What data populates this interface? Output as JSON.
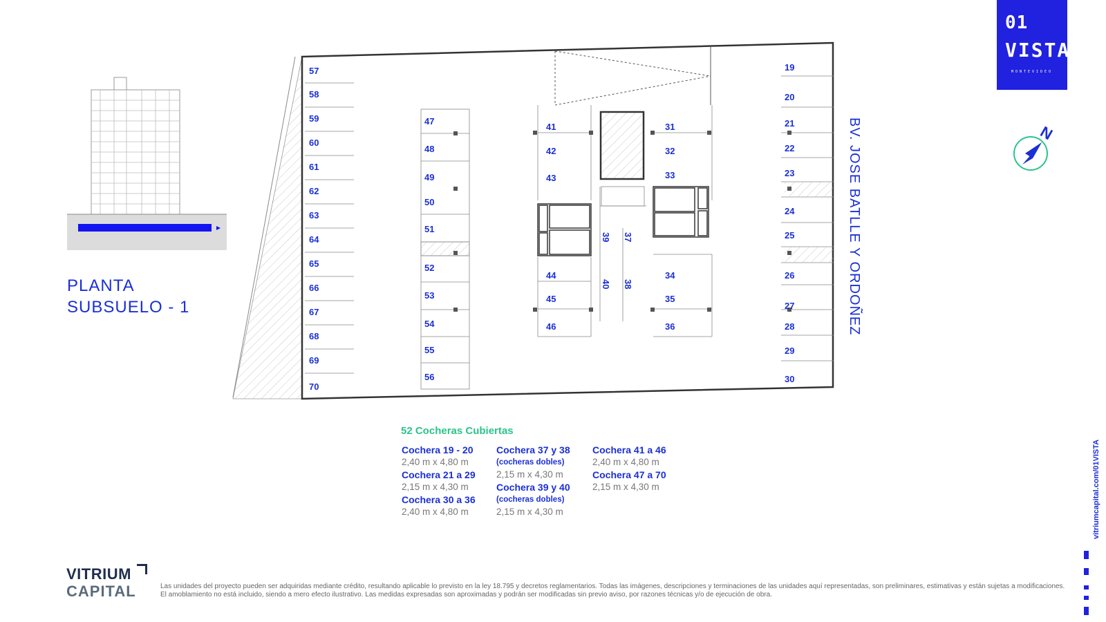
{
  "logo": {
    "line1": "01",
    "line2": "VISTA",
    "line3": "MONTEVIDEO"
  },
  "floor_title": {
    "line1": "PLANTA",
    "line2": "SUBSUELO - 1"
  },
  "street_name": "BV. JOSE BATLLE Y ORDOÑEZ",
  "compass": {
    "label": "N"
  },
  "spaces": {
    "left_column": [
      "57",
      "58",
      "59",
      "60",
      "61",
      "62",
      "63",
      "64",
      "65",
      "66",
      "67",
      "68",
      "69",
      "70"
    ],
    "mid_left": [
      "47",
      "48",
      "49",
      "50",
      "51",
      "52",
      "53",
      "54",
      "55",
      "56"
    ],
    "core_left": [
      "41",
      "42",
      "43",
      "44",
      "45",
      "46"
    ],
    "core_center": [
      "39",
      "40",
      "37",
      "38"
    ],
    "core_right": [
      "31",
      "32",
      "33",
      "34",
      "35",
      "36"
    ],
    "right_column": [
      "19",
      "20",
      "21",
      "22",
      "23",
      "24",
      "25",
      "26",
      "27",
      "28",
      "29",
      "30"
    ]
  },
  "legend": {
    "heading": "52 Cocheras Cubiertas",
    "col1": [
      {
        "title": "Cochera 19 - 20",
        "dims": "2,40 m x 4,80 m"
      },
      {
        "title": "Cochera 21 a 29",
        "dims": "2,15 m x 4,30 m"
      },
      {
        "title": "Cochera 30 a 36",
        "dims": "2,40 m x 4,80 m"
      }
    ],
    "col2": [
      {
        "title": "Cochera 37 y 38",
        "note": "(cocheras dobles)",
        "dims": "2,15 m x 4,30 m"
      },
      {
        "title": "Cochera 39 y 40",
        "note": "(cocheras dobles)",
        "dims": "2,15 m x 4,30 m"
      }
    ],
    "col3": [
      {
        "title": "Cochera 41 a 46",
        "dims": "2,40 m x 4,80 m"
      },
      {
        "title": "Cochera 47 a 70",
        "dims": "2,15 m x 4,30 m"
      }
    ]
  },
  "brand": {
    "line1": "VITRIUM",
    "line2": "CAPITAL"
  },
  "disclaimer": "Las unidades del proyecto pueden ser adquiridas mediante crédito, resultando aplicable lo previsto en la ley 18.795 y decretos reglamentarios. Todas las imágenes, descripciones y terminaciones de las unidades aquí representadas, son preliminares, estimativas y están sujetas a modificaciones. El amoblamiento no está incluido, siendo a mero efecto ilustrativo. Las medidas expresadas son aproximadas y podrán ser modificadas sin previo aviso, por razones técnicas y/o de ejecución de obra.",
  "side_url": "vitriumcapital.com/01VISTA",
  "colors": {
    "accent_blue": "#1a2fd6",
    "logo_bg": "#2121e0",
    "green": "#2bc48a"
  }
}
